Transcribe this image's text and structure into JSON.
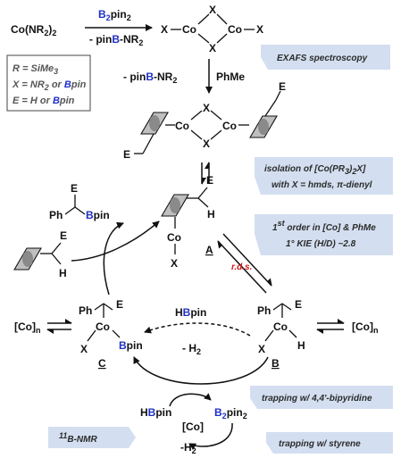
{
  "reagents": {
    "co_start_a": "Co(NR",
    "co_start_sub": "2",
    "co_start_b": ")",
    "co_start_c": "2",
    "b2pin2_b": "B",
    "b2pin2_sub": "2",
    "b2pin2_pin": "pin",
    "b2pin2_c": "2",
    "minus_pinbnr2_top_a": "- pin",
    "minus_pinbnr2_top_b": "B",
    "minus_pinbnr2_top_c": "-NR",
    "minus_pinbnr2_top_d": "2",
    "minus_pinbnr2_mid_a": "- pin",
    "minus_pinbnr2_mid_b": "B",
    "minus_pinbnr2_mid_c": "-NR",
    "minus_pinbnr2_mid_d": "2",
    "phme": "PhMe"
  },
  "dimer": {
    "x": "X",
    "co": "Co"
  },
  "sandwich": {
    "co": "Co",
    "x": "X",
    "e": "E"
  },
  "legend": {
    "line1": "R = SiMe",
    "line1_sub": "3",
    "line2_a": "X = NR",
    "line2_sub": "2",
    "line2_b": " or ",
    "line2_c": "B",
    "line2_d": "pin",
    "line3_a": "E = H or ",
    "line3_b": "B",
    "line3_c": "pin"
  },
  "annotations": {
    "exafs": "EXAFS spectroscopy",
    "isolation_1": "isolation of [Co(PR",
    "isolation_1_sub": "3",
    "isolation_1_b": ")",
    "isolation_1_sub2": "2",
    "isolation_1_c": "X]",
    "isolation_2": "with X = hmds, π-dienyl",
    "order_1a": "1",
    "order_1sup": "st",
    "order_1b": " order in [Co] & PhMe",
    "order_2": "1° KIE (H/D) ~2.8",
    "trapping_bipy": "trapping w/ 4,4'-bipyridine",
    "trapping_styrene": "trapping w/ styrene",
    "nmr_sup": "11",
    "nmr": "B-NMR"
  },
  "intermediates": {
    "a_label": "A",
    "b_label": "B",
    "c_label": "C",
    "co": "Co",
    "x": "X",
    "h": "H",
    "e": "E",
    "ph": "Ph",
    "bpin_b": "B",
    "bpin_pin": "pin"
  },
  "cycle": {
    "rds": "r.d.s.",
    "co_n_left": "[Co]",
    "co_n_left_sub": "n",
    "co_n_right": "[Co]",
    "co_n_right_sub": "n",
    "hbpin_mid_a": "H",
    "hbpin_mid_b": "B",
    "hbpin_mid_c": "pin",
    "minus_h2_mid": "- H",
    "minus_h2_mid_sub": "2",
    "hbpin_bot_a": "H",
    "hbpin_bot_b": "B",
    "hbpin_bot_c": "pin",
    "co_bot": "[Co]",
    "b2pin2_bot_a": "B",
    "b2pin2_bot_sub": "2",
    "b2pin2_bot_b": "pin",
    "b2pin2_bot_sub2": "2",
    "minus_h2_bot": "-H",
    "minus_h2_bot_sub": "2"
  },
  "product": {
    "e": "E",
    "ph": "Ph",
    "bpin_b": "B",
    "bpin_pin": "pin"
  },
  "substrate": {
    "e": "E",
    "h": "H"
  },
  "colors": {
    "boron": "#1f2fc6",
    "annotation_box": "#d3dff0",
    "rds": "#d11a1a"
  }
}
